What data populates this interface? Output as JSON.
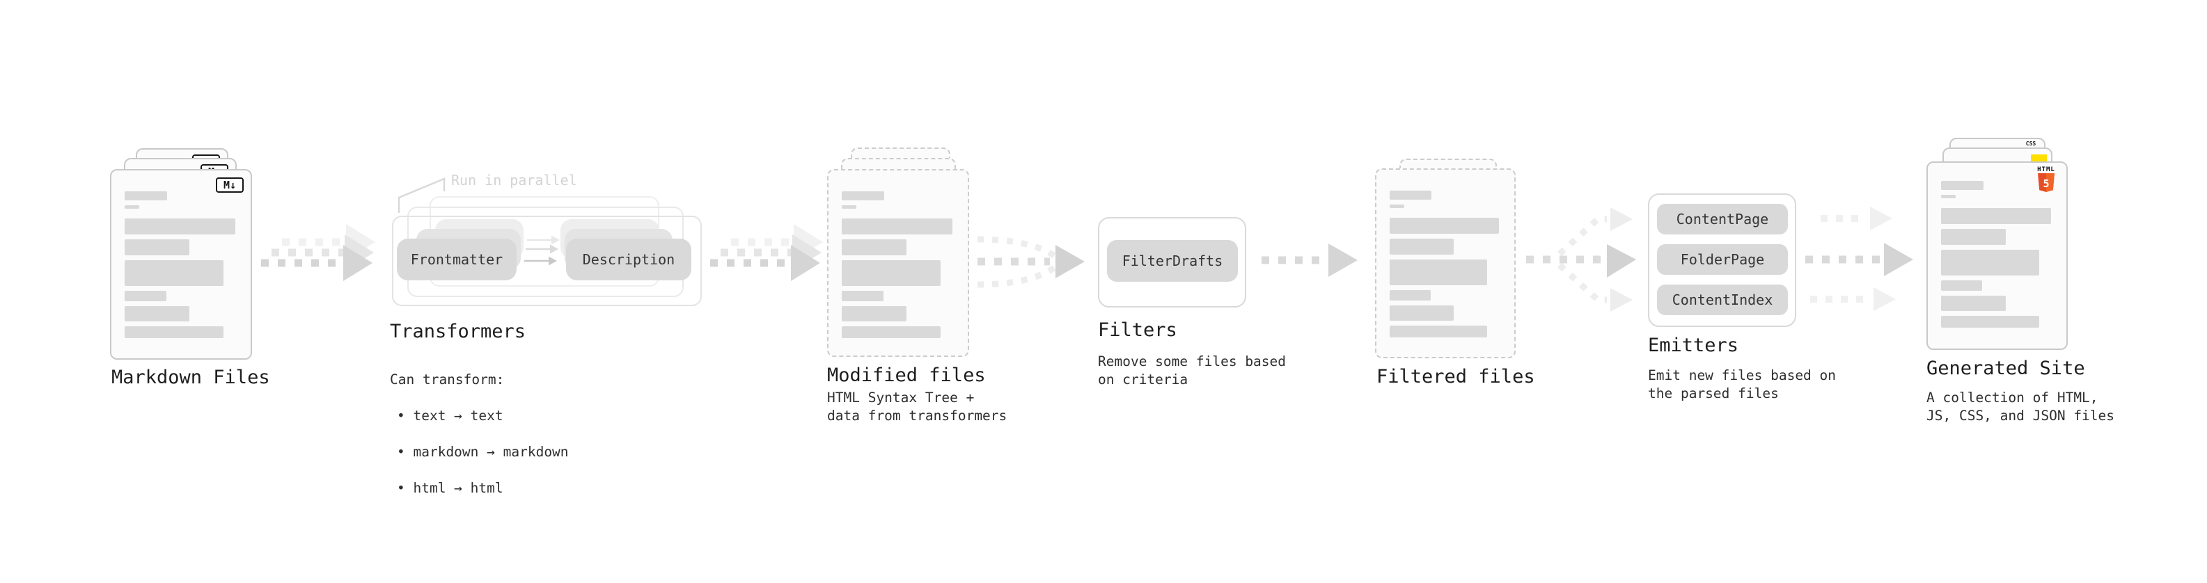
{
  "stages": {
    "markdown_files": {
      "title": "Markdown Files",
      "badge": "M↓"
    },
    "transformers": {
      "title": "Transformers",
      "note": "Run in parallel",
      "chip_left": "Frontmatter",
      "chip_right": "Description",
      "desc_heading": "Can transform:",
      "bullets": [
        "• text → text",
        "• markdown → markdown",
        "• html → html"
      ]
    },
    "modified_files": {
      "title": "Modified files",
      "subtitle": "HTML Syntax Tree +\ndata from transformers"
    },
    "filters": {
      "title": "Filters",
      "chip": "FilterDrafts",
      "subtitle": "Remove some files based\non criteria"
    },
    "filtered_files": {
      "title": "Filtered files"
    },
    "emitters": {
      "title": "Emitters",
      "buttons": [
        "ContentPage",
        "FolderPage",
        "ContentIndex"
      ],
      "subtitle": "Emit new files based on\nthe parsed files"
    },
    "generated_site": {
      "title": "Generated Site",
      "subtitle": "A collection of HTML,\nJS, CSS, and JSON files",
      "badge_html_label": "HTML",
      "badge_html_number": "5",
      "badge_css_label": "CSS"
    }
  },
  "colors": {
    "ink": "#1e1e1e",
    "body_text": "#2e2e2e",
    "note_gray": "#d3d3d3",
    "bar_gray": "#d9d9d9",
    "arrow_dark": "#d5d5d5",
    "arrow_faint": "#efefef",
    "html5_orange": "#e44d26",
    "html5_orange_light": "#f16529",
    "js_yellow": "#ffdf00",
    "css_blue": "#2a65f0"
  }
}
